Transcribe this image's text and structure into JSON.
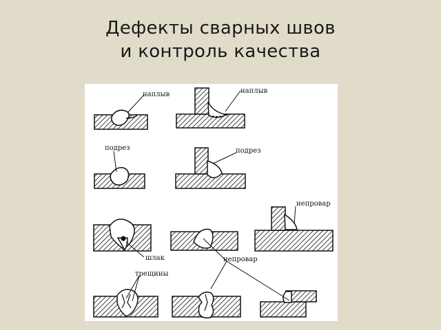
{
  "title": {
    "line1": "Дефекты сварных швов",
    "line2": "и контроль качества"
  },
  "diagram": {
    "labels": {
      "overlap_1": "наплыв",
      "overlap_2": "наплыв",
      "undercut_1": "подрез",
      "undercut_2": "подрез",
      "lack_of_fusion_1": "непровар",
      "slag": "шлак",
      "lack_of_fusion_2": "непровар",
      "cracks": "трещины"
    }
  }
}
